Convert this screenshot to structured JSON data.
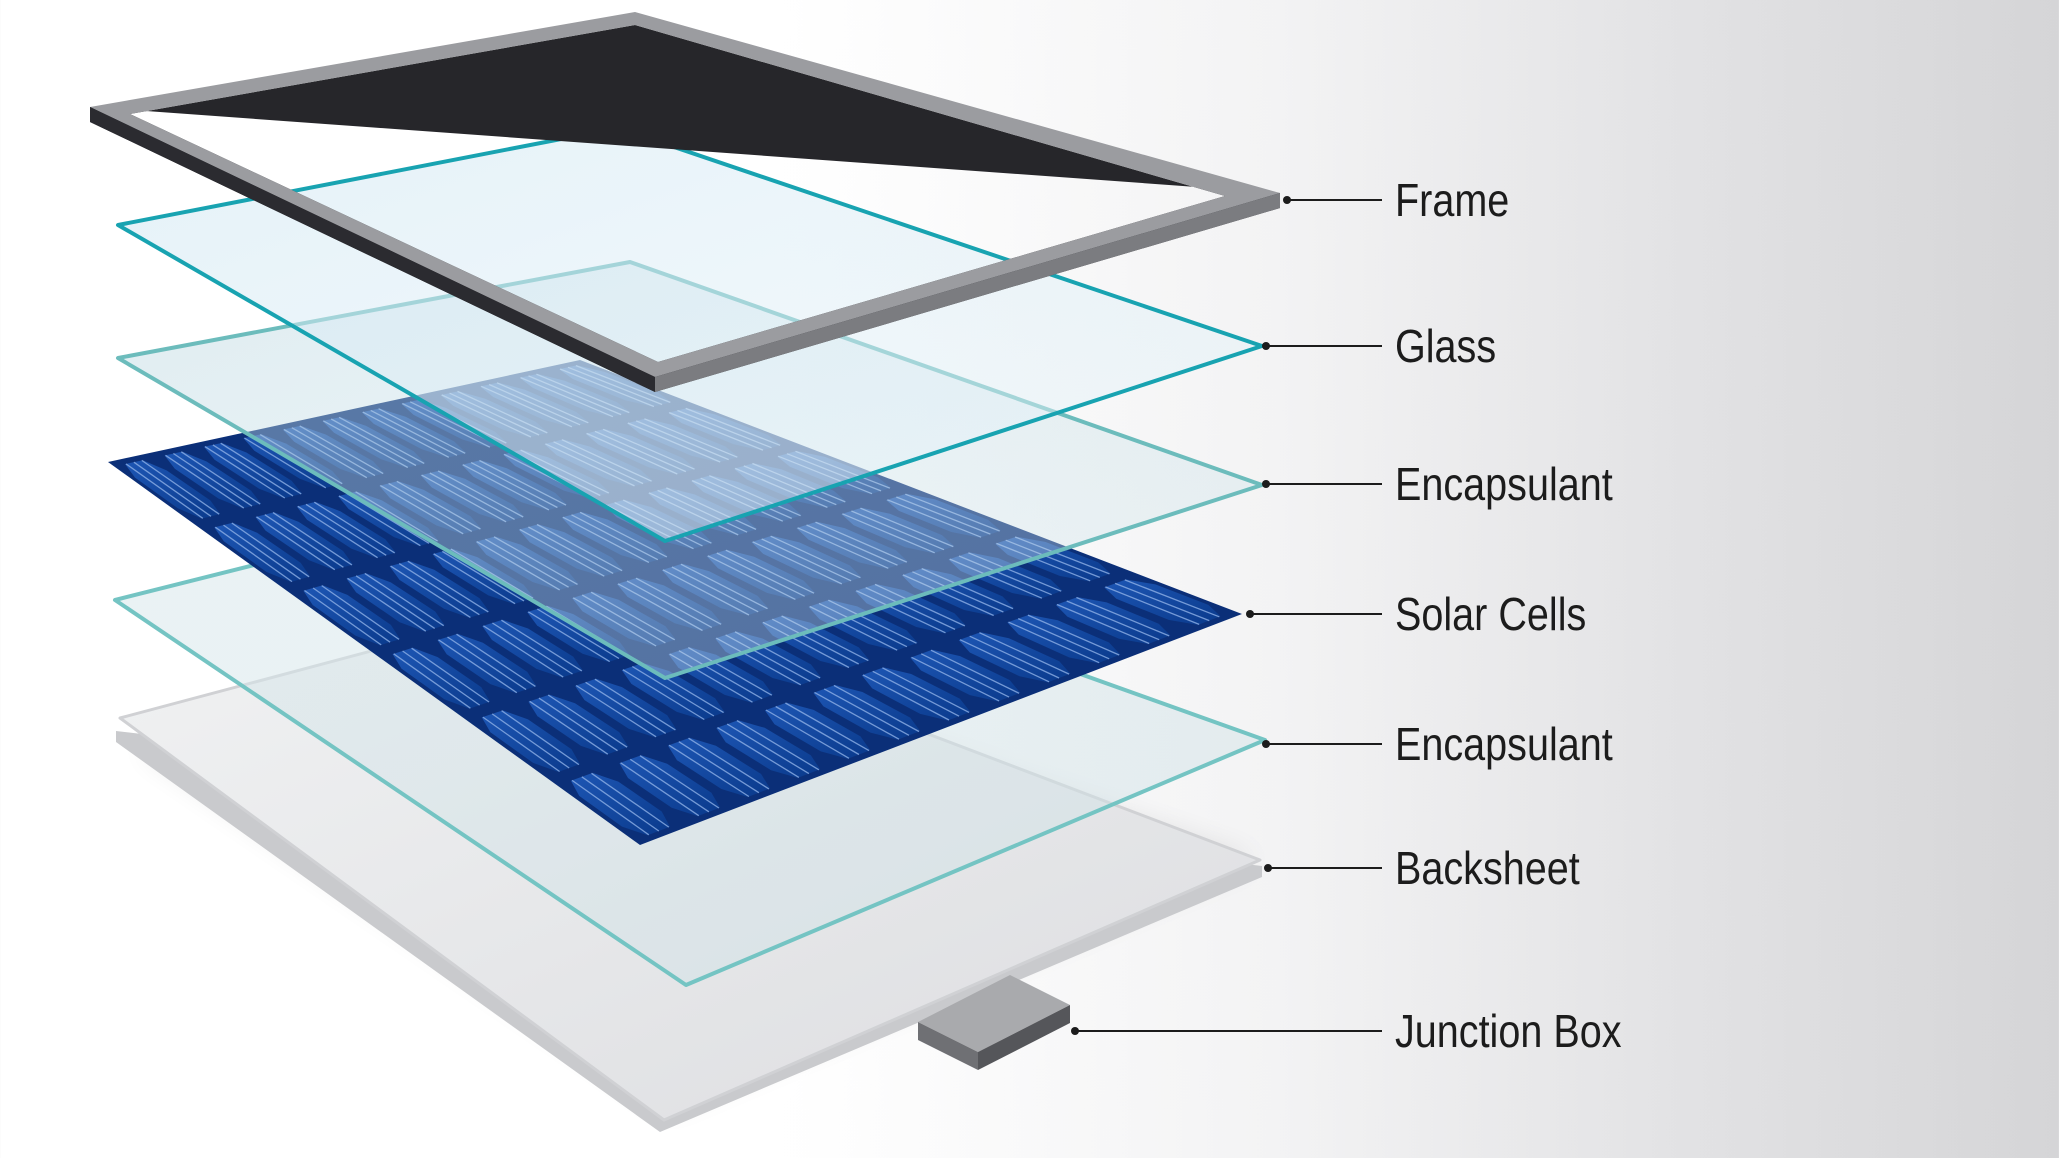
{
  "layers": [
    {
      "key": "frame",
      "label": "Frame"
    },
    {
      "key": "glass",
      "label": "Glass"
    },
    {
      "key": "encapsulant-top",
      "label": "Encapsulant"
    },
    {
      "key": "solar-cells",
      "label": "Solar Cells"
    },
    {
      "key": "encapsulant-bottom",
      "label": "Encapsulant"
    },
    {
      "key": "backsheet",
      "label": "Backsheet"
    },
    {
      "key": "junction-box",
      "label": "Junction Box"
    }
  ],
  "colors": {
    "frame_light": "#9a9b9e",
    "frame_dark": "#2a2a2e",
    "glass_edge": "#1aa6b3",
    "encapsulant_edge": "#6dbfbf",
    "cell_blue": "#0e3f95",
    "backsheet": "#e6e7e9",
    "junction_box": "#8a8b8e",
    "label_text": "#1c1c1c",
    "leader_line": "#1c1c1c"
  }
}
